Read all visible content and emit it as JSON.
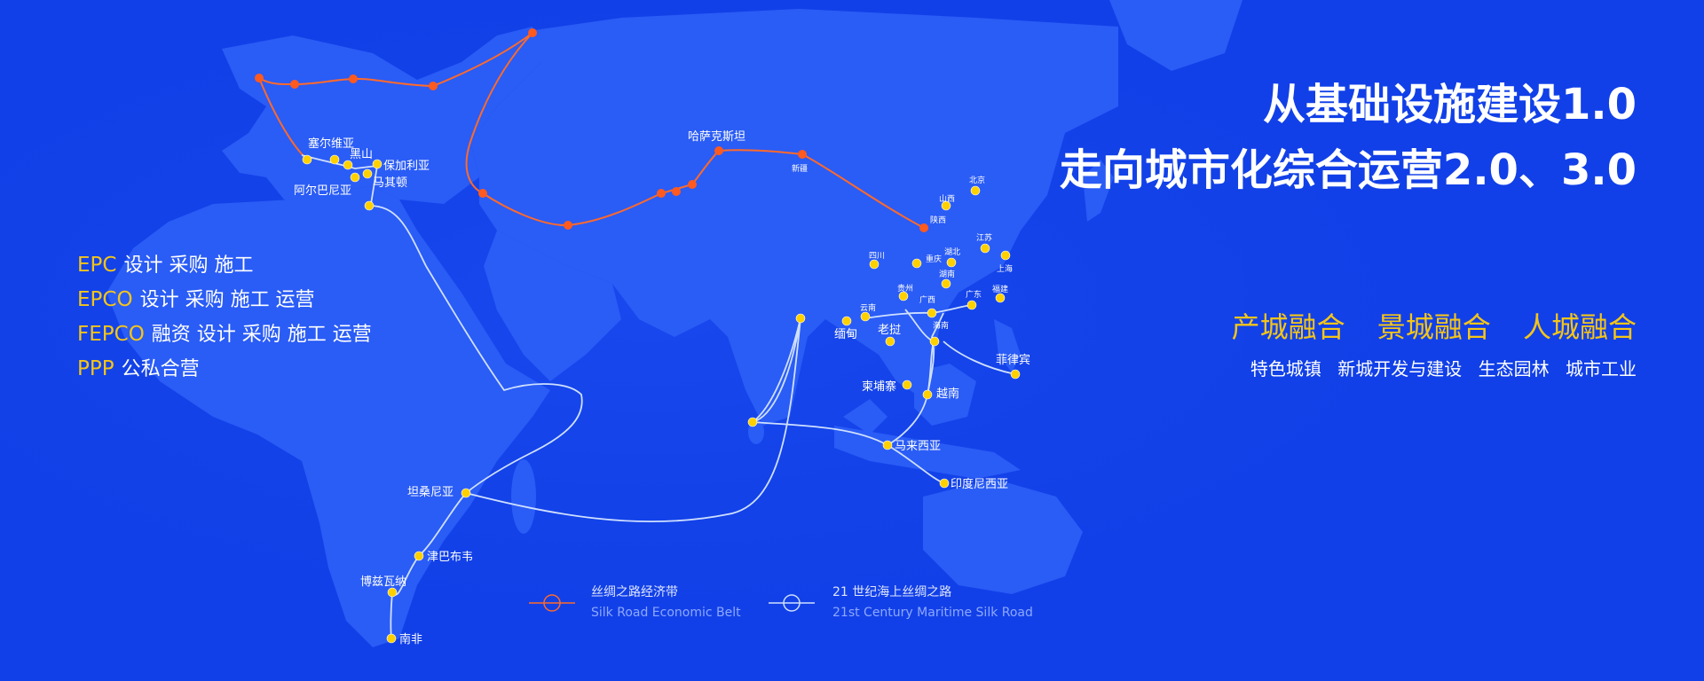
{
  "headline": {
    "line1": "从基础设施建设1.0",
    "line2": "走向城市化综合运营2.0、3.0"
  },
  "fusion_items": [
    "产城融合",
    "景城融合",
    "人城融合"
  ],
  "sub_categories": [
    "特色城镇",
    "新城开发与建设",
    "生态园林",
    "城市工业"
  ],
  "business_models": [
    {
      "code": "EPC",
      "desc": "设计 采购 施工"
    },
    {
      "code": "EPCO",
      "desc": "设计 采购 施工 运营"
    },
    {
      "code": "FEPCO",
      "desc": "融资 设计 采购 施工 运营"
    },
    {
      "code": "PPP",
      "desc": "公私合营"
    }
  ],
  "legend": {
    "silk_road_cn": "丝绸之路经济带",
    "silk_road_en": "Silk Road Economic Belt",
    "maritime_cn": "21 世纪海上丝绸之路",
    "maritime_en": "21st Century Maritime Silk Road"
  },
  "map_labels": {
    "serbia": "塞尔维亚",
    "montenegro": "黑山",
    "bulgaria": "保加利亚",
    "macedonia": "马其顿",
    "albania": "阿尔巴尼亚",
    "kazakhstan": "哈萨克斯坦",
    "xinjiang": "新疆",
    "beijing": "北京",
    "shanxi": "山西",
    "shaanxi": "陕西",
    "jiangsu": "江苏",
    "hubei": "湖北",
    "shanghai": "上海",
    "sichuan": "四川",
    "chongqing": "重庆",
    "hunan": "湖南",
    "guizhou": "贵州",
    "fujian": "福建",
    "guangxi": "广西",
    "guangdong": "广东",
    "yunnan": "云南",
    "hainan": "海南",
    "myanmar": "缅甸",
    "laos": "老挝",
    "philippines": "菲律宾",
    "cambodia": "柬埔寨",
    "vietnam": "越南",
    "malaysia": "马来西亚",
    "indonesia": "印度尼西亚",
    "tanzania": "坦桑尼亚",
    "zimbabwe": "津巴布韦",
    "botswana": "博兹瓦纳",
    "south_africa": "南非"
  },
  "colors": {
    "background": "#1140e8",
    "land": "#2a5cf6",
    "silk_route": "#ff6a2a",
    "maritime_route": "#cfe0ff",
    "site_dot": "#ffd000",
    "accent_text": "#f5c518"
  }
}
